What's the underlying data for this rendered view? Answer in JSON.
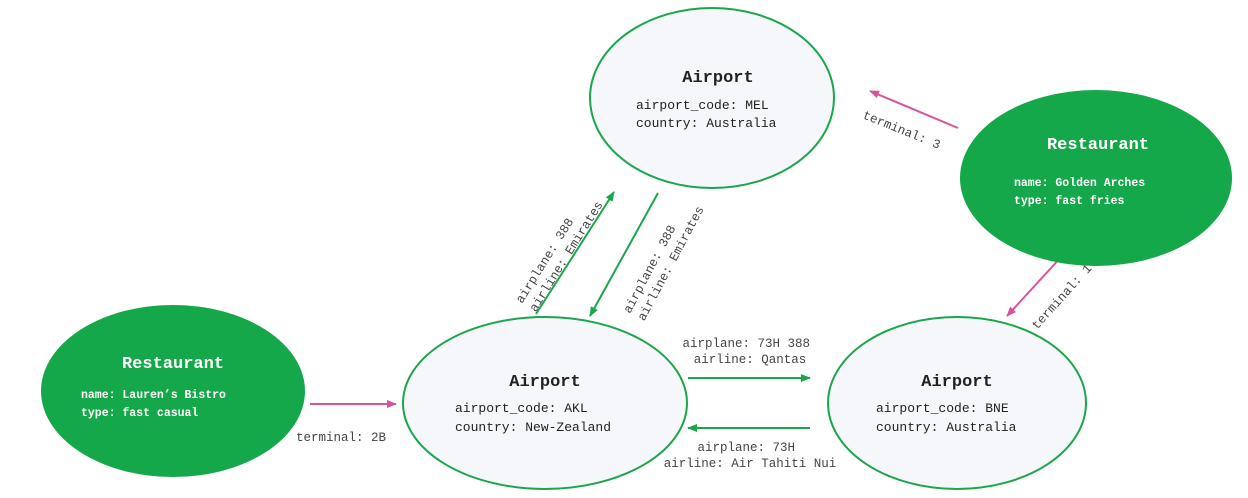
{
  "colors": {
    "airport_fill": "#f5f7fa",
    "airport_stroke": "#1aa64b",
    "restaurant_fill": "#15a84a",
    "restaurant_text": "#ffffff",
    "flight_edge": "#1aa64b",
    "terminal_edge": "#d9539a",
    "text": "#222222"
  },
  "nodes": {
    "mel": {
      "title": "Airport",
      "line1": "airport_code: MEL",
      "line2": "country: Australia"
    },
    "akl": {
      "title": "Airport",
      "line1": "airport_code: AKL",
      "line2": "country: New-Zealand"
    },
    "bne": {
      "title": "Airport",
      "line1": "airport_code: BNE",
      "line2": "country: Australia"
    },
    "golden": {
      "title": "Restaurant",
      "line1": "name: Golden Arches",
      "line2": "type: fast fries"
    },
    "lauren": {
      "title": "Restaurant",
      "line1": "name: Lauren’s Bistro",
      "line2": "type: fast casual"
    }
  },
  "edges": {
    "akl_to_mel": {
      "line1": "airplane: 388",
      "line2": "airline: Emirates"
    },
    "mel_to_akl": {
      "line1": "airplane: 388",
      "line2": "airline: Emirates"
    },
    "akl_to_bne": {
      "line1": "airplane: 73H 388",
      "line2": "airline: Qantas"
    },
    "bne_to_akl": {
      "line1": "airplane: 73H",
      "line2": "airline: Air Tahiti Nui"
    },
    "golden_to_mel": {
      "label": "terminal: 3"
    },
    "golden_to_bne": {
      "label": "terminal: 1"
    },
    "lauren_to_akl": {
      "label": "terminal: 2B"
    }
  }
}
